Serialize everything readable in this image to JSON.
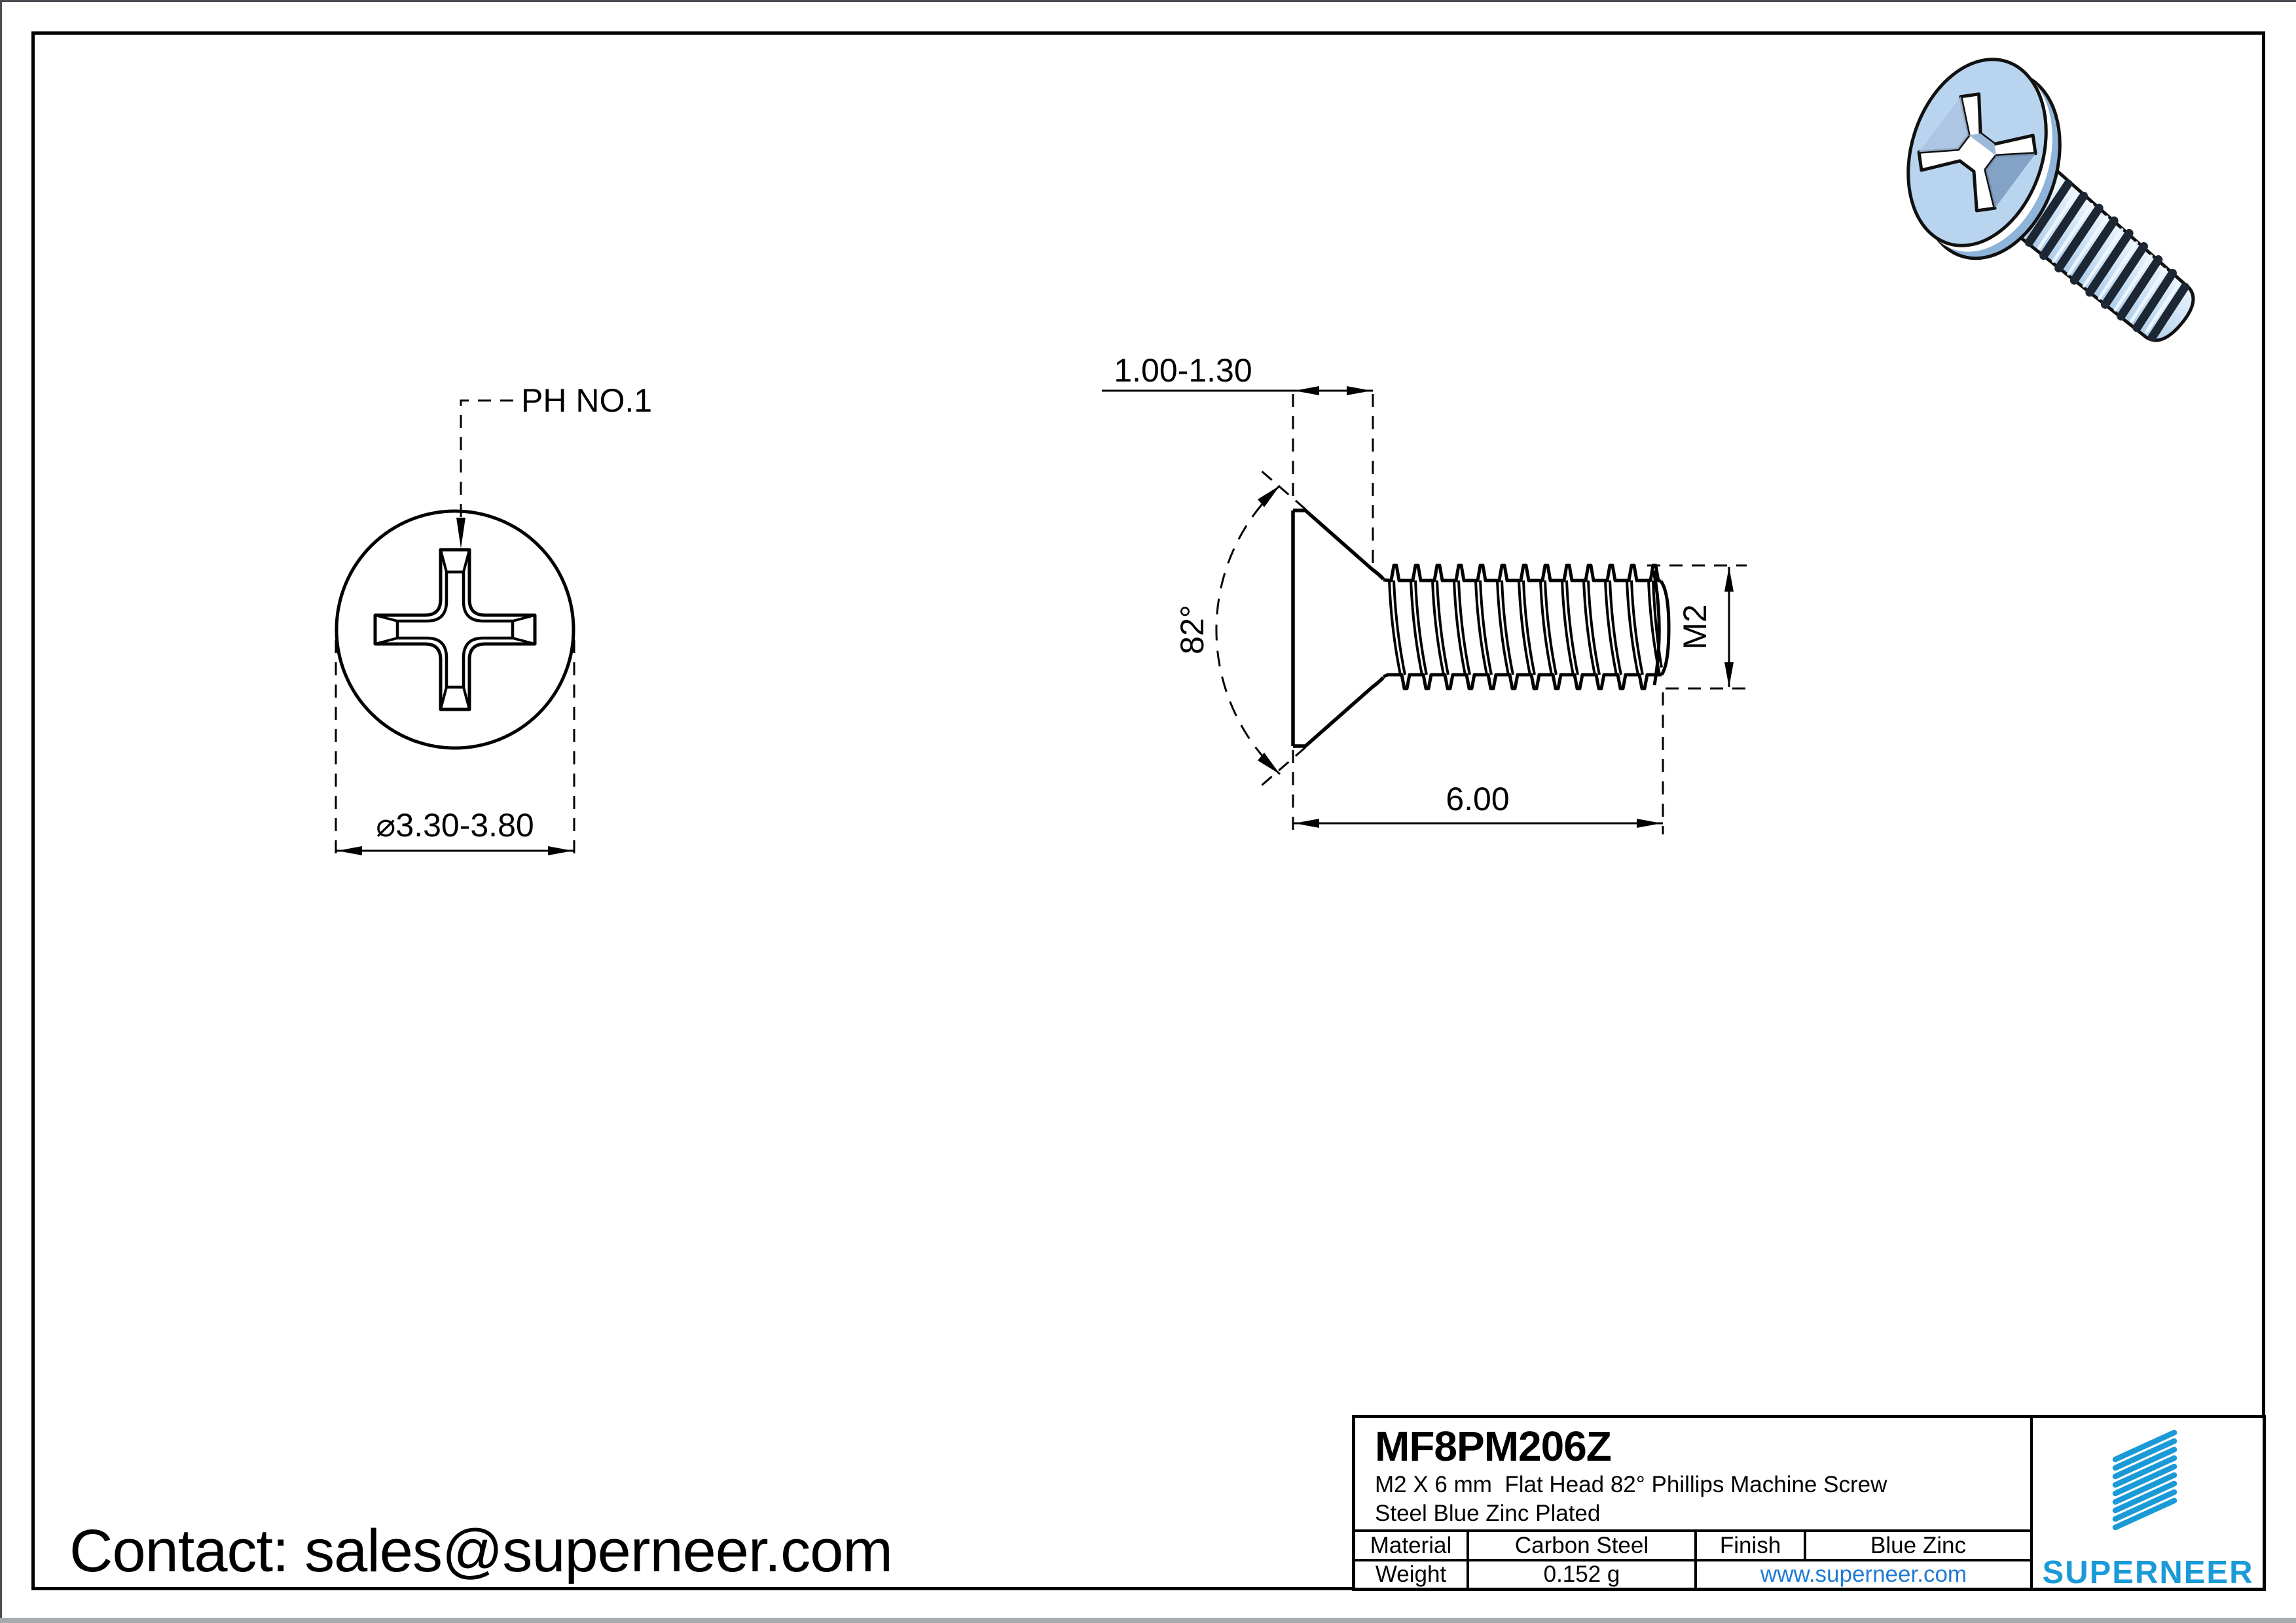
{
  "page": {
    "contact": "Contact: sales@superneer.com"
  },
  "views": {
    "front": {
      "drive_label": "PH NO.1",
      "head_diameter": "⌀3.30-3.80"
    },
    "side": {
      "head_height": "1.00-1.30",
      "head_angle": "82°",
      "thread_size": "M2",
      "length": "6.00"
    }
  },
  "title_block": {
    "part_number": "MF8PM206Z",
    "description_line1": "M2 X 6 mm  Flat Head 82° Phillips Machine Screw",
    "description_line2": "Steel Blue Zinc Plated",
    "material_label": "Material",
    "material_value": "Carbon Steel",
    "finish_label": "Finish",
    "finish_value": "Blue Zinc",
    "weight_label": "Weight",
    "weight_value": "0.152 g",
    "website": "www.superneer.com",
    "brand_name": "SUPERNEER"
  },
  "colors": {
    "line_black": "#000000",
    "brand_blue": "#1b9ad8",
    "link_blue": "#1d7ad4",
    "screw_body_blue": "#b9d4ef",
    "screw_shade_blue": "#8fb4da"
  }
}
